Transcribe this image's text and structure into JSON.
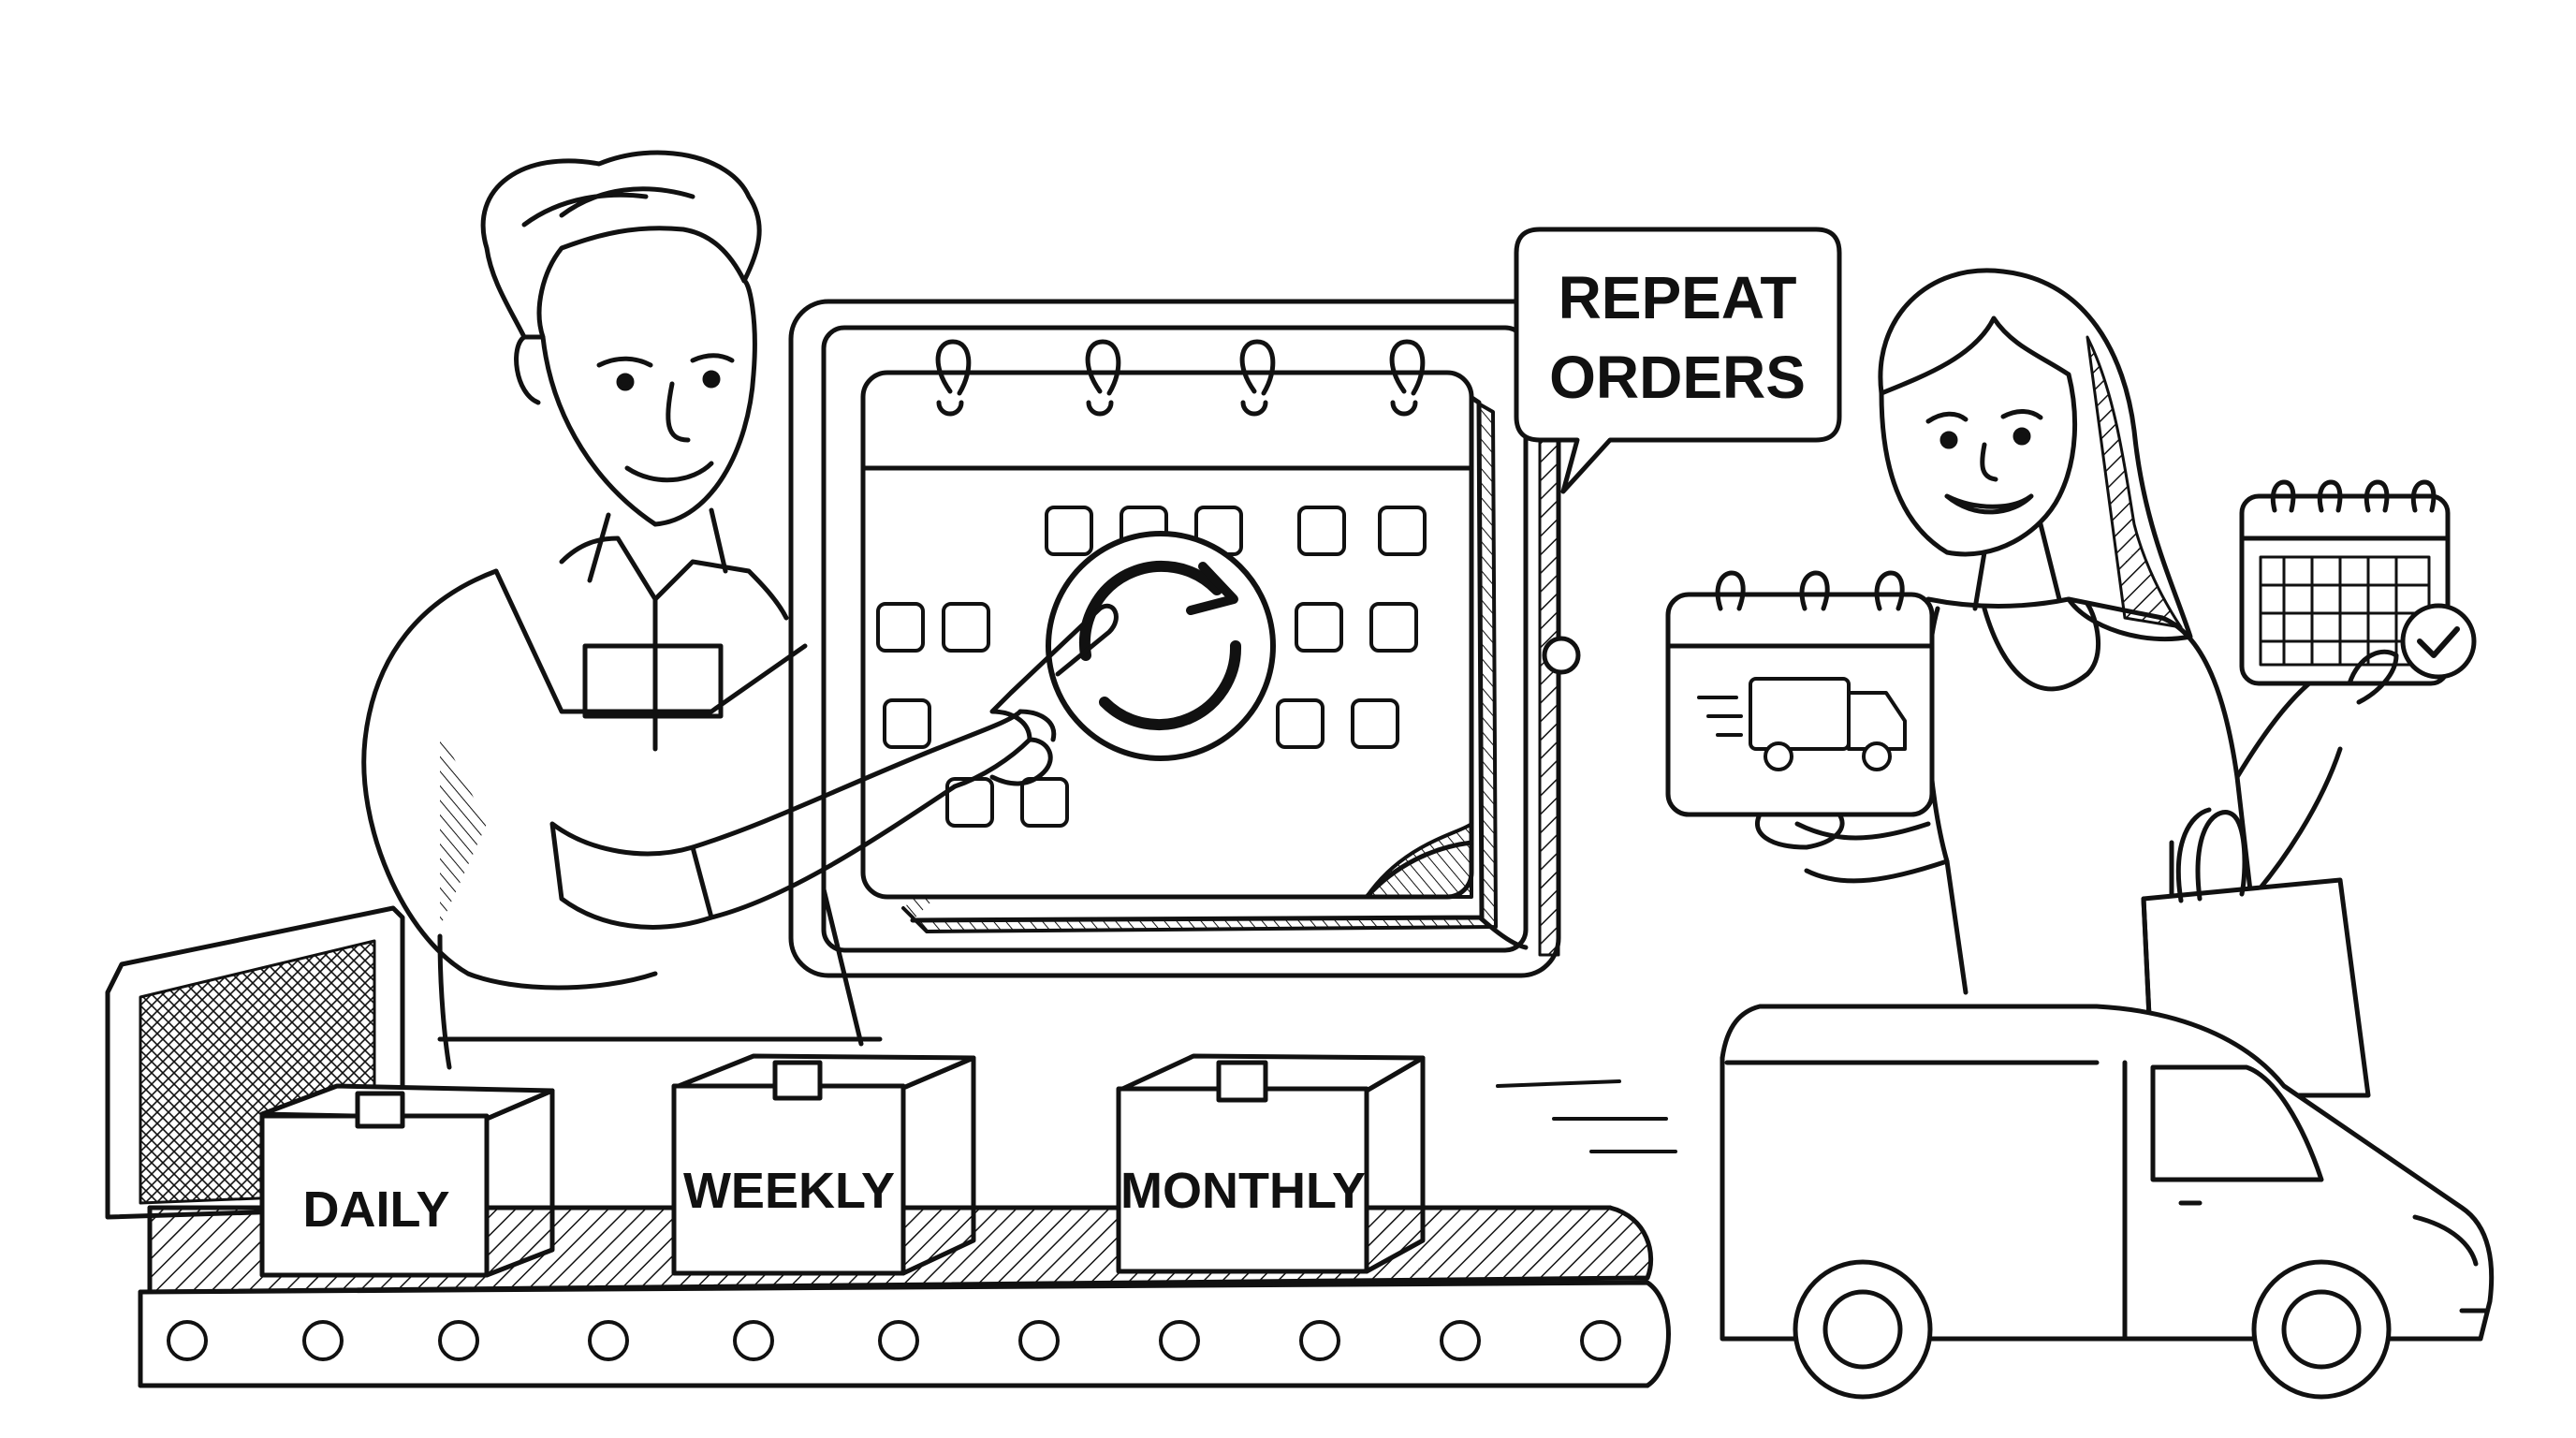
{
  "speech_bubble": {
    "line1": "REPEAT",
    "line2": "ORDERS"
  },
  "boxes": [
    {
      "label": "DAILY"
    },
    {
      "label": "WEEKLY"
    },
    {
      "label": "MONTHLY"
    }
  ],
  "icons": {
    "recurring": "refresh-cycle-icon",
    "delivery_truck": "truck-icon",
    "checkmark": "check-circle-icon",
    "calendar": "calendar-icon"
  },
  "colors": {
    "ink": "#111111",
    "paper": "#ffffff"
  }
}
